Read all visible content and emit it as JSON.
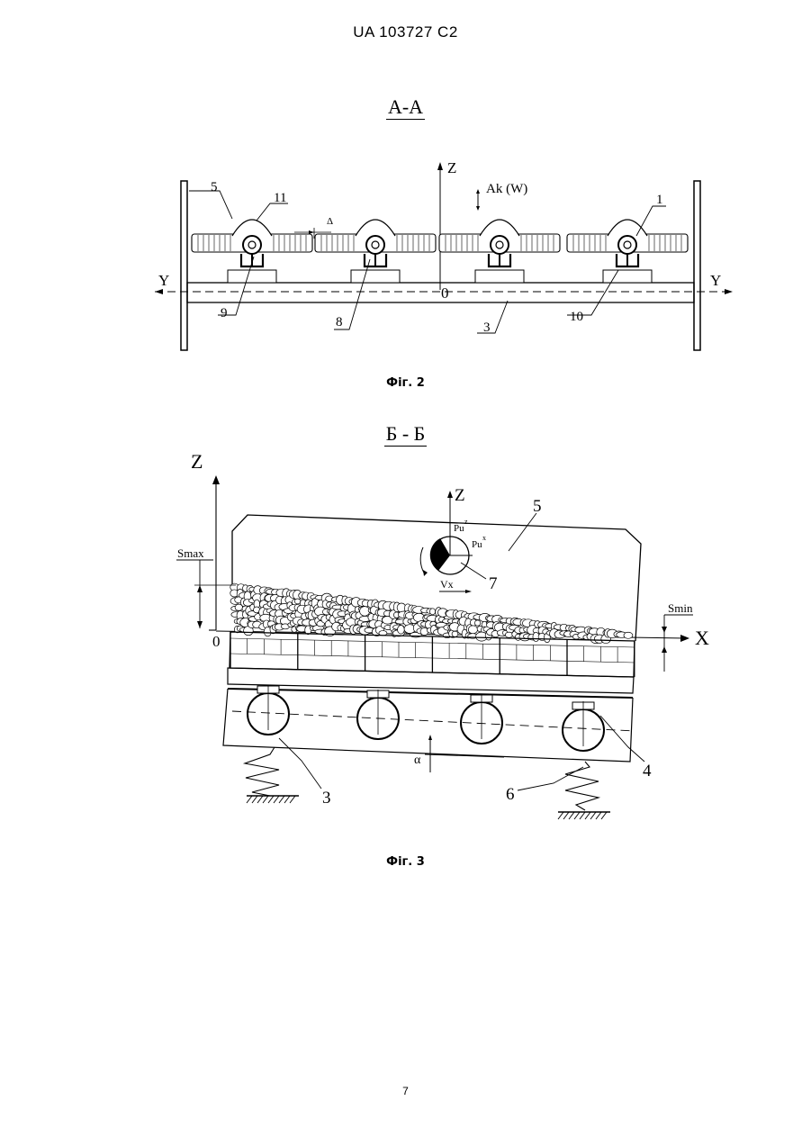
{
  "header": {
    "patent_number": "UA   103727   C2"
  },
  "figure2": {
    "section_title": "А-А",
    "caption": "Фіг. 2",
    "labels": {
      "axis_z": "Z",
      "axis_y_left": "Y",
      "axis_y_right": "Y",
      "origin": "0",
      "amplitude": "Ak (W)",
      "delta": "Δ",
      "ref_1": "1",
      "ref_3": "3",
      "ref_5": "5",
      "ref_8": "8",
      "ref_9": "9",
      "ref_10": "10",
      "ref_11": "11"
    }
  },
  "figure3": {
    "section_title": "Б - Б",
    "caption": "Фіг. 3",
    "labels": {
      "axis_z_outer": "Z",
      "axis_z_inner": "Z",
      "axis_x": "X",
      "origin": "0",
      "s_max": "Smax",
      "s_min": "Smin",
      "force_z": "Pu",
      "force_x": "Pu",
      "force_z_sup": "z",
      "force_x_sup": "x",
      "velocity": "Vx",
      "alpha": "α",
      "ref_3": "3",
      "ref_4": "4",
      "ref_5": "5",
      "ref_6": "6",
      "ref_7": "7"
    }
  },
  "footer": {
    "page_number": "7"
  }
}
